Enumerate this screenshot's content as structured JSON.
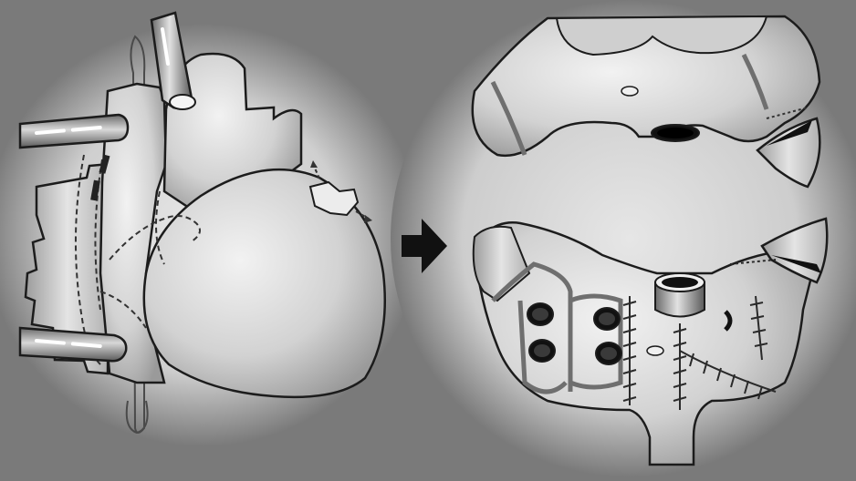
{
  "figure": {
    "panels": [
      {
        "id": "left",
        "content": "heart-with-cannulas"
      },
      {
        "id": "right",
        "content": "opened-atria-with-suture-lines"
      }
    ],
    "transition": "arrow-right",
    "colors": {
      "background": "#7a7a7a",
      "halo": "#d6d6d6",
      "organ_fill": "#dcdcdc",
      "organ_shadow": "#9a9a9a",
      "outline": "#1c1c1c",
      "suture": "#2a2a2a",
      "ablation_line": "#6f6f6f",
      "arrow": "#111111"
    }
  }
}
